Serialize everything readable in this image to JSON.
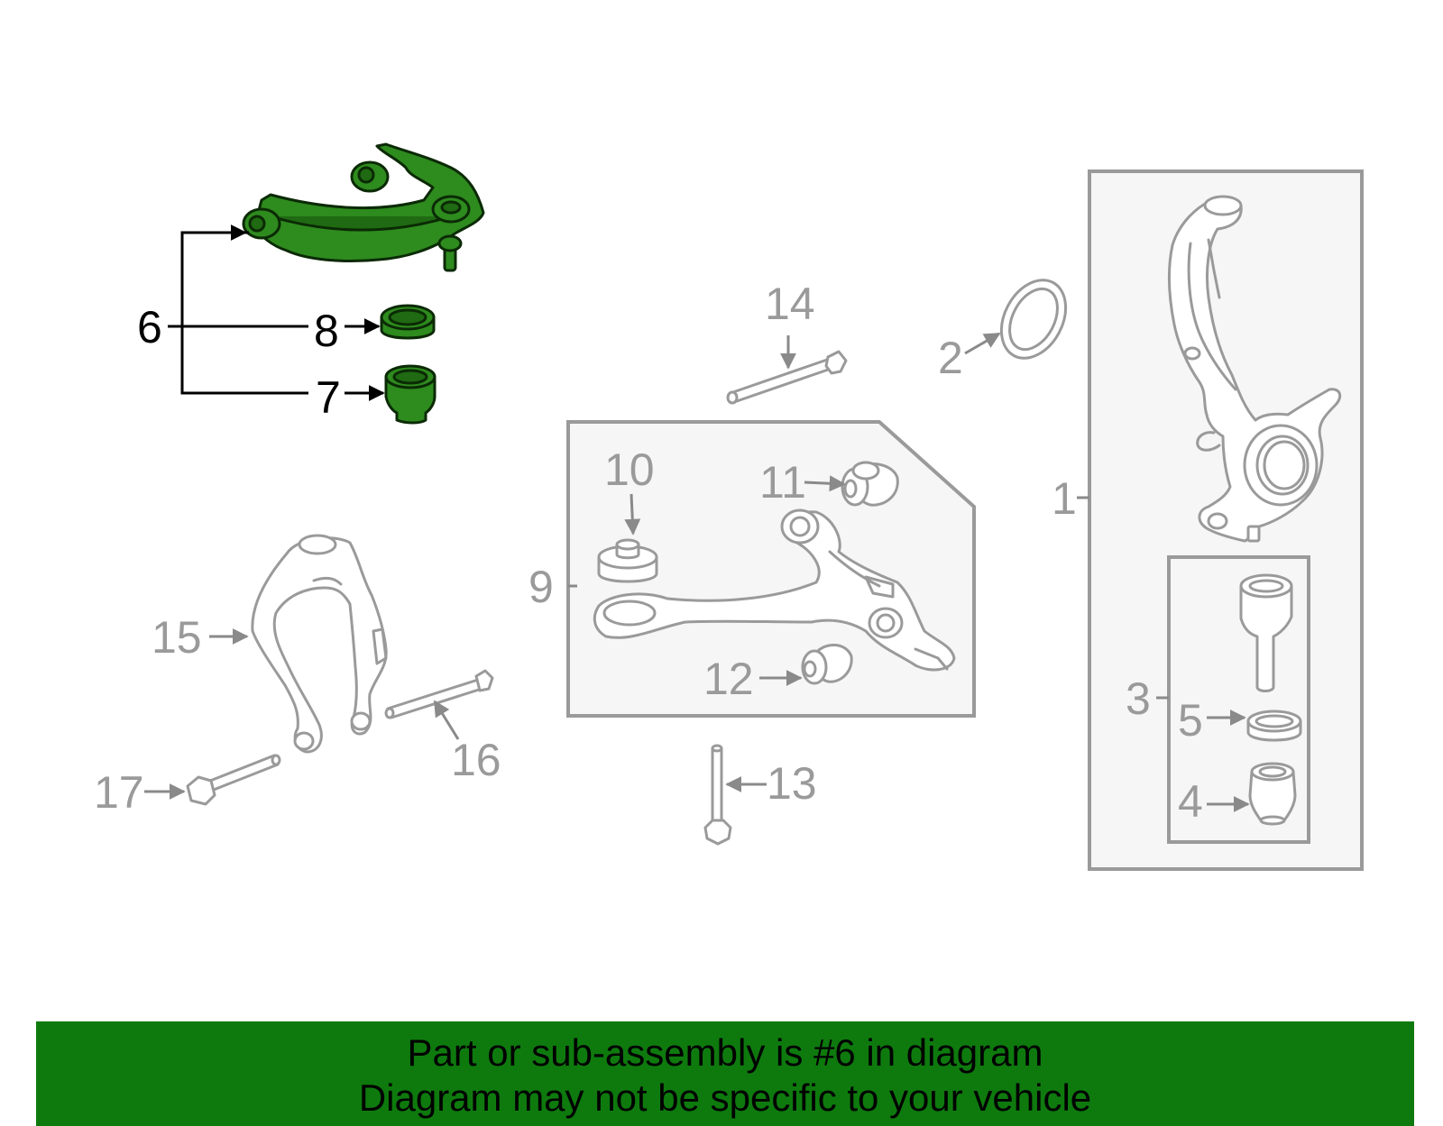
{
  "callouts": {
    "c1": "1",
    "c2": "2",
    "c3": "3",
    "c4": "4",
    "c5": "5",
    "c6": "6",
    "c7": "7",
    "c8": "8",
    "c9": "9",
    "c10": "10",
    "c11": "11",
    "c12": "12",
    "c13": "13",
    "c14": "14",
    "c15": "15",
    "c16": "16",
    "c17": "17"
  },
  "highlight_color": "#2e8b1e",
  "footer": {
    "line1": "Part or sub-assembly is #6 in diagram",
    "line2": "Diagram may not be specific to your vehicle",
    "background": "#0e7a0e"
  }
}
